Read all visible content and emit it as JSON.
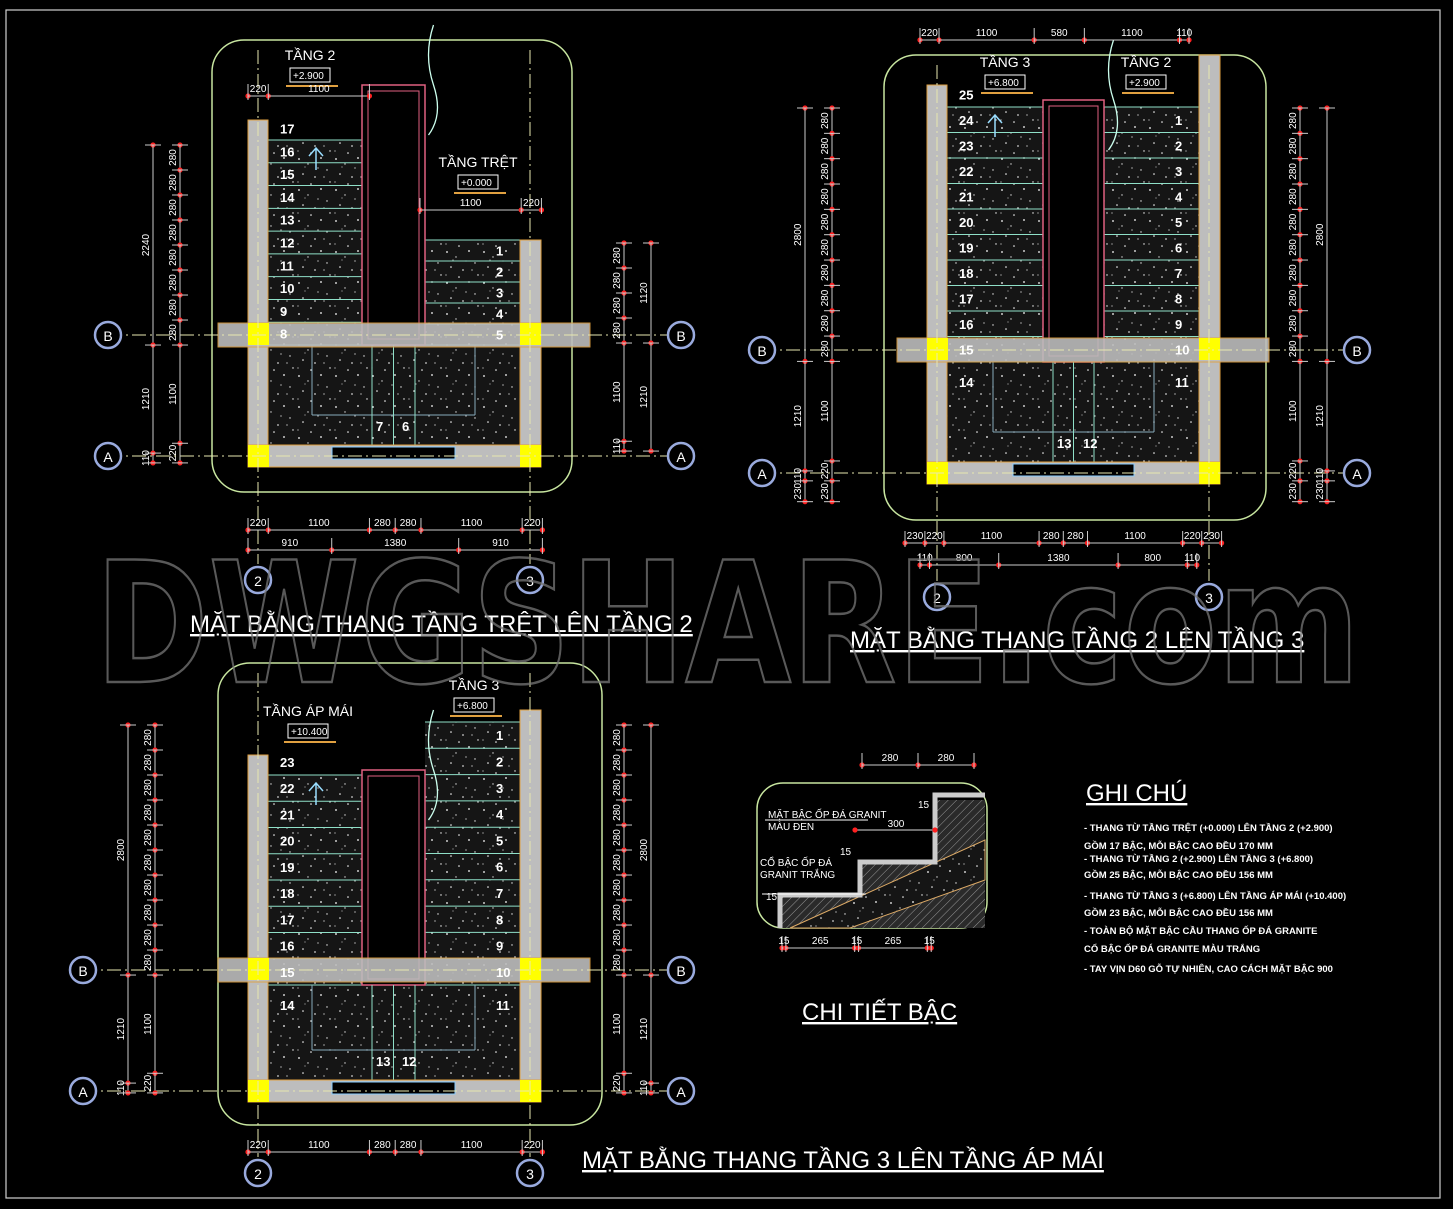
{
  "watermark": "DWGSHARE.com",
  "colors": {
    "frame": "#c8e6a0",
    "wall": "#bdbdbd",
    "wall_edge": "#e0a040",
    "column": "#ffff00",
    "well": "#e06080",
    "step_line": "#8fe0c8",
    "dim_point": "#ff2020",
    "grid_line": "#e8e8b0"
  },
  "plans": [
    {
      "title": "MẶT BẰNG THANG TẦNG TRỆT LÊN TẦNG 2",
      "floor_labels": [
        {
          "name": "TẦNG 2",
          "level": "+2.900"
        },
        {
          "name": "TẦNG TRỆT",
          "level": "+0.000"
        }
      ],
      "left_steps": [
        "17",
        "16",
        "15",
        "14",
        "13",
        "12",
        "11",
        "10",
        "9",
        "8"
      ],
      "right_steps": [
        "1",
        "2",
        "3",
        "4",
        "5"
      ],
      "landing_steps": [
        "7",
        "6"
      ],
      "top_dims_left": [
        "220",
        "1100"
      ],
      "top_dims_right": [
        "1100",
        "220"
      ],
      "bottom_dims": [
        "220",
        "1100",
        "280",
        "280",
        "1100",
        "220"
      ],
      "bottom_dims_2": [
        "910",
        "1380",
        "910"
      ],
      "left_dims_inner": [
        "280",
        "280",
        "280",
        "280",
        "280",
        "280",
        "280",
        "280",
        "1100",
        "220"
      ],
      "left_dims_outer": [
        "2240",
        "1210",
        "110"
      ],
      "right_dims_inner": [
        "280",
        "280",
        "280",
        "280",
        "1100",
        "110"
      ],
      "right_dims_outer": [
        "1120",
        "1210"
      ],
      "grid": {
        "A": "A",
        "B": "B",
        "c2": "2",
        "c3": "3"
      }
    },
    {
      "title": "MẶT BẰNG THANG TẦNG 2 LÊN TẦNG 3",
      "floor_labels": [
        {
          "name": "TẦNG 3",
          "level": "+6.800"
        },
        {
          "name": "TẦNG 2",
          "level": "+2.900"
        }
      ],
      "left_steps": [
        "25",
        "24",
        "23",
        "22",
        "21",
        "20",
        "19",
        "18",
        "17",
        "16",
        "15"
      ],
      "right_steps": [
        "1",
        "2",
        "3",
        "4",
        "5",
        "6",
        "7",
        "8",
        "9",
        "10"
      ],
      "landing_left": "14",
      "landing_right": "11",
      "landing_steps": [
        "13",
        "12"
      ],
      "top_dims": [
        "220",
        "1100",
        "580",
        "1100",
        "110"
      ],
      "bottom_dims": [
        "230",
        "220",
        "1100",
        "280",
        "280",
        "1100",
        "220",
        "230"
      ],
      "bottom_dims_2": [
        "110",
        "800",
        "1380",
        "800",
        "110"
      ],
      "left_dims_inner": [
        "280",
        "280",
        "280",
        "280",
        "280",
        "280",
        "280",
        "280",
        "280",
        "280",
        "1100",
        "220",
        "230"
      ],
      "left_dims_outer": [
        "2800",
        "1210",
        "110",
        "230"
      ],
      "right_dims_inner": [
        "280",
        "280",
        "280",
        "280",
        "280",
        "280",
        "280",
        "280",
        "280",
        "280",
        "1100",
        "220",
        "230"
      ],
      "right_dims_outer": [
        "2800",
        "1210",
        "110",
        "230"
      ],
      "grid": {
        "A": "A",
        "B": "B",
        "c2": "2",
        "c3": "3"
      }
    },
    {
      "title": "MẶT BẰNG THANG TẦNG 3 LÊN TẦNG ÁP MÁI",
      "floor_labels": [
        {
          "name": "TẦNG ÁP MÁI",
          "level": "+10.400"
        },
        {
          "name": "TẦNG 3",
          "level": "+6.800"
        }
      ],
      "left_steps": [
        "23",
        "22",
        "21",
        "20",
        "19",
        "18",
        "17",
        "16",
        "15"
      ],
      "right_steps": [
        "1",
        "2",
        "3",
        "4",
        "5",
        "6",
        "7",
        "8",
        "9",
        "10"
      ],
      "landing_left": "14",
      "landing_right": "11",
      "landing_steps": [
        "13",
        "12"
      ],
      "bottom_dims": [
        "220",
        "1100",
        "280",
        "280",
        "1100",
        "220"
      ],
      "left_dims_inner": [
        "280",
        "280",
        "280",
        "280",
        "280",
        "280",
        "280",
        "280",
        "280",
        "280",
        "1100",
        "220"
      ],
      "left_dims_outer": [
        "2800",
        "1210",
        "110"
      ],
      "right_dims_inner": [
        "280",
        "280",
        "280",
        "280",
        "280",
        "280",
        "280",
        "280",
        "280",
        "280",
        "1100",
        "220"
      ],
      "right_dims_outer": [
        "2800",
        "1210",
        "110"
      ],
      "grid": {
        "A": "A",
        "B": "B",
        "c2": "2",
        "c3": "3"
      }
    }
  ],
  "detail": {
    "title": "CHI TIẾT BẬC",
    "top_dims": [
      "280",
      "280"
    ],
    "tread_label_1": "MẶT BẬC ỐP ĐÁ GRANIT",
    "tread_label_2": "MÀU ĐEN",
    "riser_label_1": "CỔ BẬC ỐP ĐÁ",
    "riser_label_2": "GRANIT TRẮNG",
    "tread_dim": "300",
    "thickness": "15",
    "bottom_dims": [
      "15",
      "265",
      "15",
      "265",
      "15"
    ]
  },
  "notes": {
    "title": "GHI CHÚ",
    "lines": [
      "- THANG TỪ TẦNG TRỆT (+0.000) LÊN TẦNG 2 (+2.900)",
      "  GỒM 17 BẬC, MỖI BẬC CAO ĐỀU 170 MM",
      "- THANG TỪ TẦNG 2 (+2.900) LÊN TẦNG 3 (+6.800)",
      "  GỒM 25 BẬC, MỖI BẬC CAO ĐỀU 156 MM",
      "- THANG TỪ TẦNG 3 (+6.800) LÊN TẦNG ÁP MÁI (+10.400)",
      "  GỒM 23 BẬC, MỖI BẬC CAO ĐỀU 156 MM",
      "- TOÀN BỘ MẶT BẬC CẦU THANG ỐP ĐÁ GRANITE",
      "  CỔ BẬC ỐP ĐÁ GRANITE MÀU TRẮNG",
      "- TAY VỊN D60 GỖ TỰ NHIÊN, CAO CÁCH MẶT BẬC 900"
    ]
  }
}
